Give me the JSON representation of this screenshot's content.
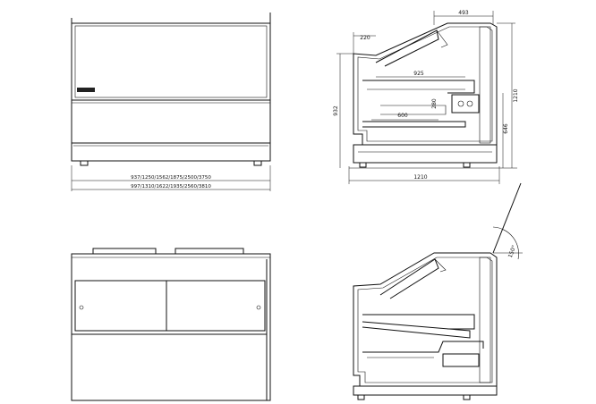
{
  "front_top": {
    "width_label_1": "937/1250/1562/1875/2500/3750",
    "width_label_2": "997/1310/1622/1935/2560/3810"
  },
  "side_top": {
    "dim_top": "493",
    "dim_step": "220",
    "dim_shelf": "925",
    "dim_depth_inner": "600",
    "dim_small": "280",
    "dim_height_total": "1210",
    "dim_height_left": "932",
    "dim_height_lower": "646",
    "dim_width": "1210"
  },
  "side_bottom": {
    "angle_label": "150°"
  },
  "colors": {
    "line": "#111111",
    "background": "#ffffff"
  }
}
